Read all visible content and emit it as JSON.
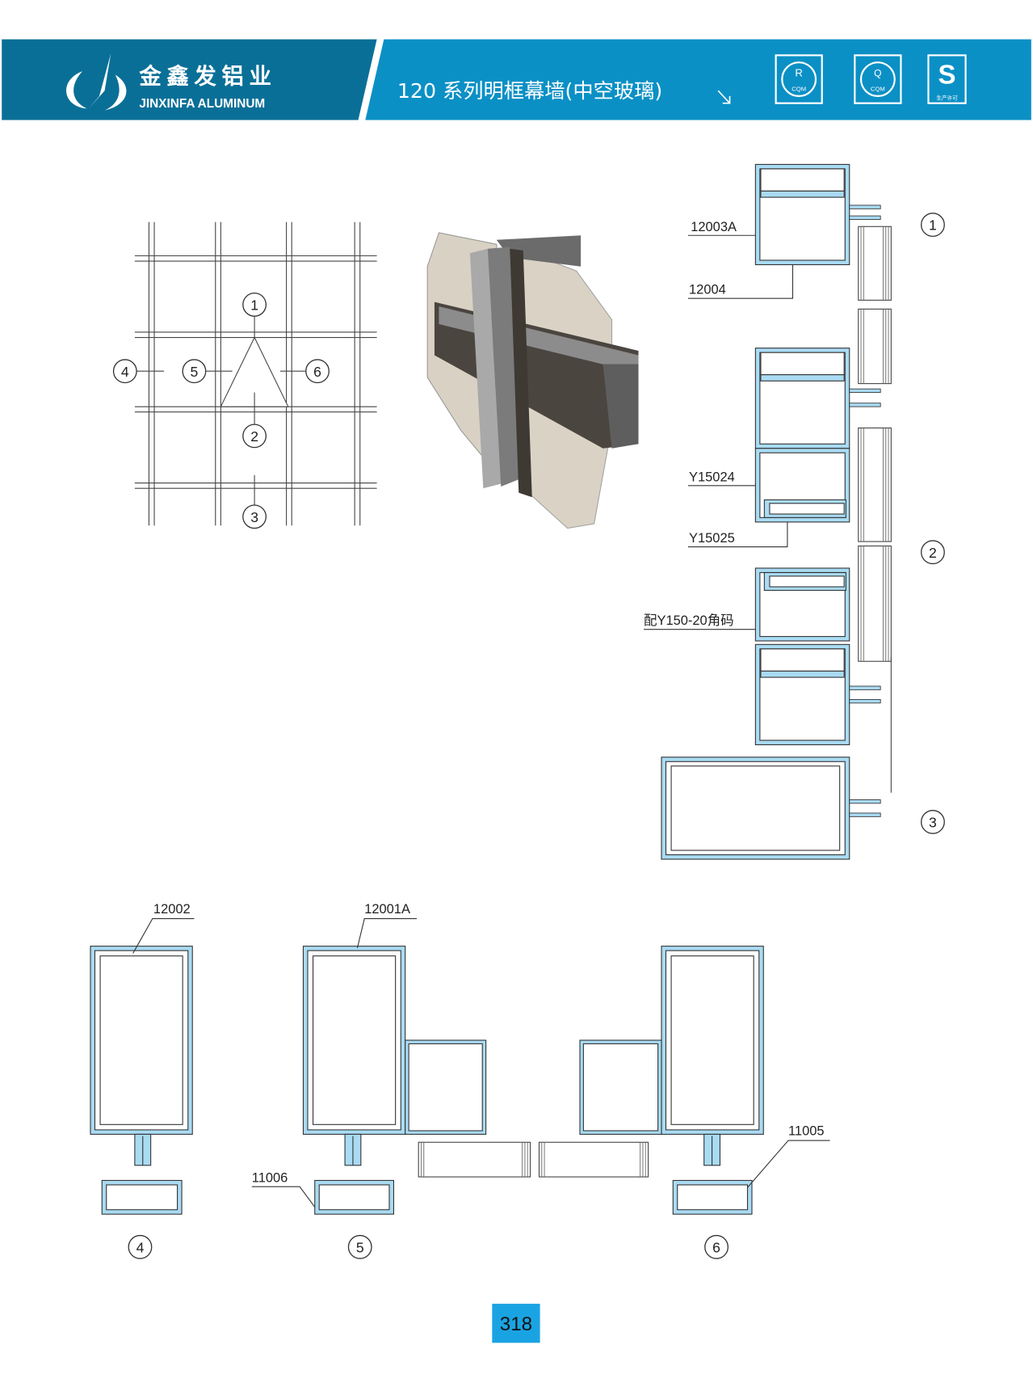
{
  "header": {
    "brand_cn": "金鑫发铝业",
    "brand_en": "JINXINFA ALUMINUM",
    "title": "120 系列明框幕墙(中空玻璃)",
    "badges": [
      {
        "icon": "r-cqm-certification-icon",
        "text": "CQM"
      },
      {
        "icon": "q-cqm-certification-icon",
        "text": "CQM"
      },
      {
        "icon": "qs-production-license-icon",
        "text": "生产许可"
      }
    ],
    "colors": {
      "dark": "#0a6f97",
      "light": "#0b90c5",
      "profile": "#a9dbf3",
      "page_box": "#1aa3e3"
    }
  },
  "elevation": {
    "markers": [
      "1",
      "2",
      "3",
      "4",
      "5",
      "6"
    ]
  },
  "section_right": {
    "labels": [
      "12003A",
      "12004",
      "Y15024",
      "Y15025",
      "配Y150-20角码"
    ],
    "markers": [
      "1",
      "2",
      "3"
    ]
  },
  "section_bottom": {
    "labels": [
      "12002",
      "12001A",
      "11006",
      "11005"
    ],
    "markers": [
      "4",
      "5",
      "6"
    ]
  },
  "page_number": "318"
}
